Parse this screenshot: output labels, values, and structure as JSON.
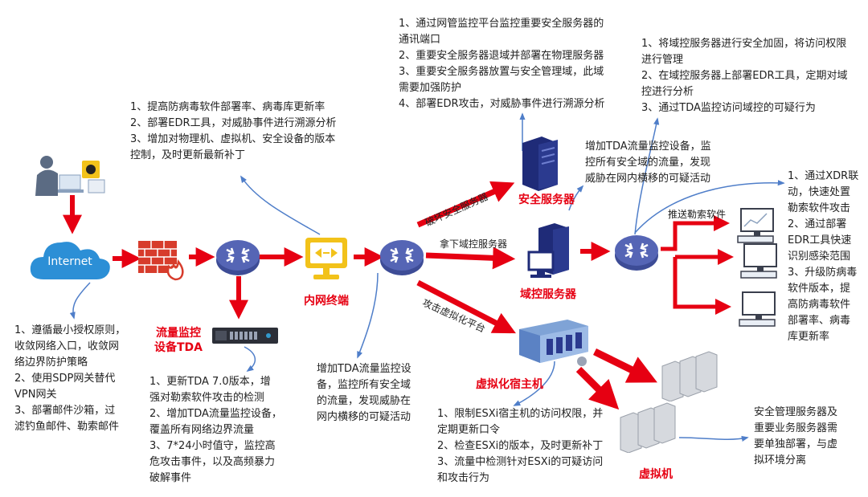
{
  "colors": {
    "accent": "#e60012",
    "router": "#4a5aa8",
    "server": "#2b3a8f",
    "terminal": "#f2c21a",
    "cloud": "#2c8fd6",
    "annotation_link": "#4f7ec9"
  },
  "icons": [
    "hacker-icon",
    "internet-cloud-icon",
    "firewall-icon",
    "router-icon",
    "terminal-icon",
    "server-tower-icon",
    "rack-appliance-icon",
    "virtualization-host-icon",
    "pc-icon",
    "vm-cluster-icon"
  ],
  "nodes": {
    "internet": "Internet",
    "tda": "流量监控\n设备TDA",
    "terminal": "内网终端",
    "security_server": "安全服务器",
    "dc_server": "域控服务器",
    "virt_host": "虚拟化宿主机",
    "vm": "虚拟机"
  },
  "edges": {
    "breach_security": "破坏安全服务器",
    "take_dc": "拿下域控服务器",
    "attack_virt": "攻击虚拟化平台",
    "push_ransom": "推送勒索软件"
  },
  "notes": {
    "internet": "1、遵循最小授权原则，\n收敛网络入口，收敛网\n络边界防护策略\n2、使用SDP网关替代\nVPN网关\n3、部署邮件沙箱，过\n滤钓鱼邮件、勒索邮件",
    "tda": "1、更新TDA 7.0版本，增\n强对勒索软件攻击的检测\n2、增加TDA流量监控设备，\n覆盖所有网络边界流量\n3、7*24小时值守，监控高\n危攻击事件，以及高频暴力\n破解事件",
    "terminal": "1、提高防病毒软件部署率、病毒库更新率\n2、部署EDR工具，对威胁事件进行溯源分析\n3、增加对物理机、虚拟机、安全设备的版本\n控制，及时更新最新补丁",
    "core_router": "增加TDA流量监控设\n备，监控所有安全域\n的流量，发现威胁在\n网内横移的可疑活动",
    "security_server": "1、通过网管监控平台监控重要安全服务器的\n通讯端口\n2、重要安全服务器退域并部署在物理服务器\n3、重要安全服务器放置与安全管理域，此域\n需要加强防护\n4、部署EDR攻击，对威胁事件进行溯源分析",
    "dc": "1、将域控服务器进行安全加固，将访问权限\n进行管理\n2、在域控服务器上部署EDR工具，定期对域\n控进行分析\n3、通过TDA监控访问域控的可疑行为",
    "dc_tda": "增加TDA流量监控设备，监\n控所有安全域的流量，发现\n威胁在网内横移的可疑活动",
    "endpoints": "1、通过XDR联\n动，快速处置\n勒索软件攻击\n2、通过部署\nEDR工具快速\n识别感染范围\n3、升级防病毒\n软件版本，提\n高防病毒软件\n部署率、病毒\n库更新率",
    "virt": "1、限制ESXi宿主机的访问权限，并\n定期更新口令\n2、检查ESXi的版本，及时更新补丁\n3、流量中检测针对ESXi的可疑访问\n和攻击行为",
    "vm": "安全管理服务器及\n重要业务服务器需\n要单独部署，与虚\n拟环境分离"
  }
}
